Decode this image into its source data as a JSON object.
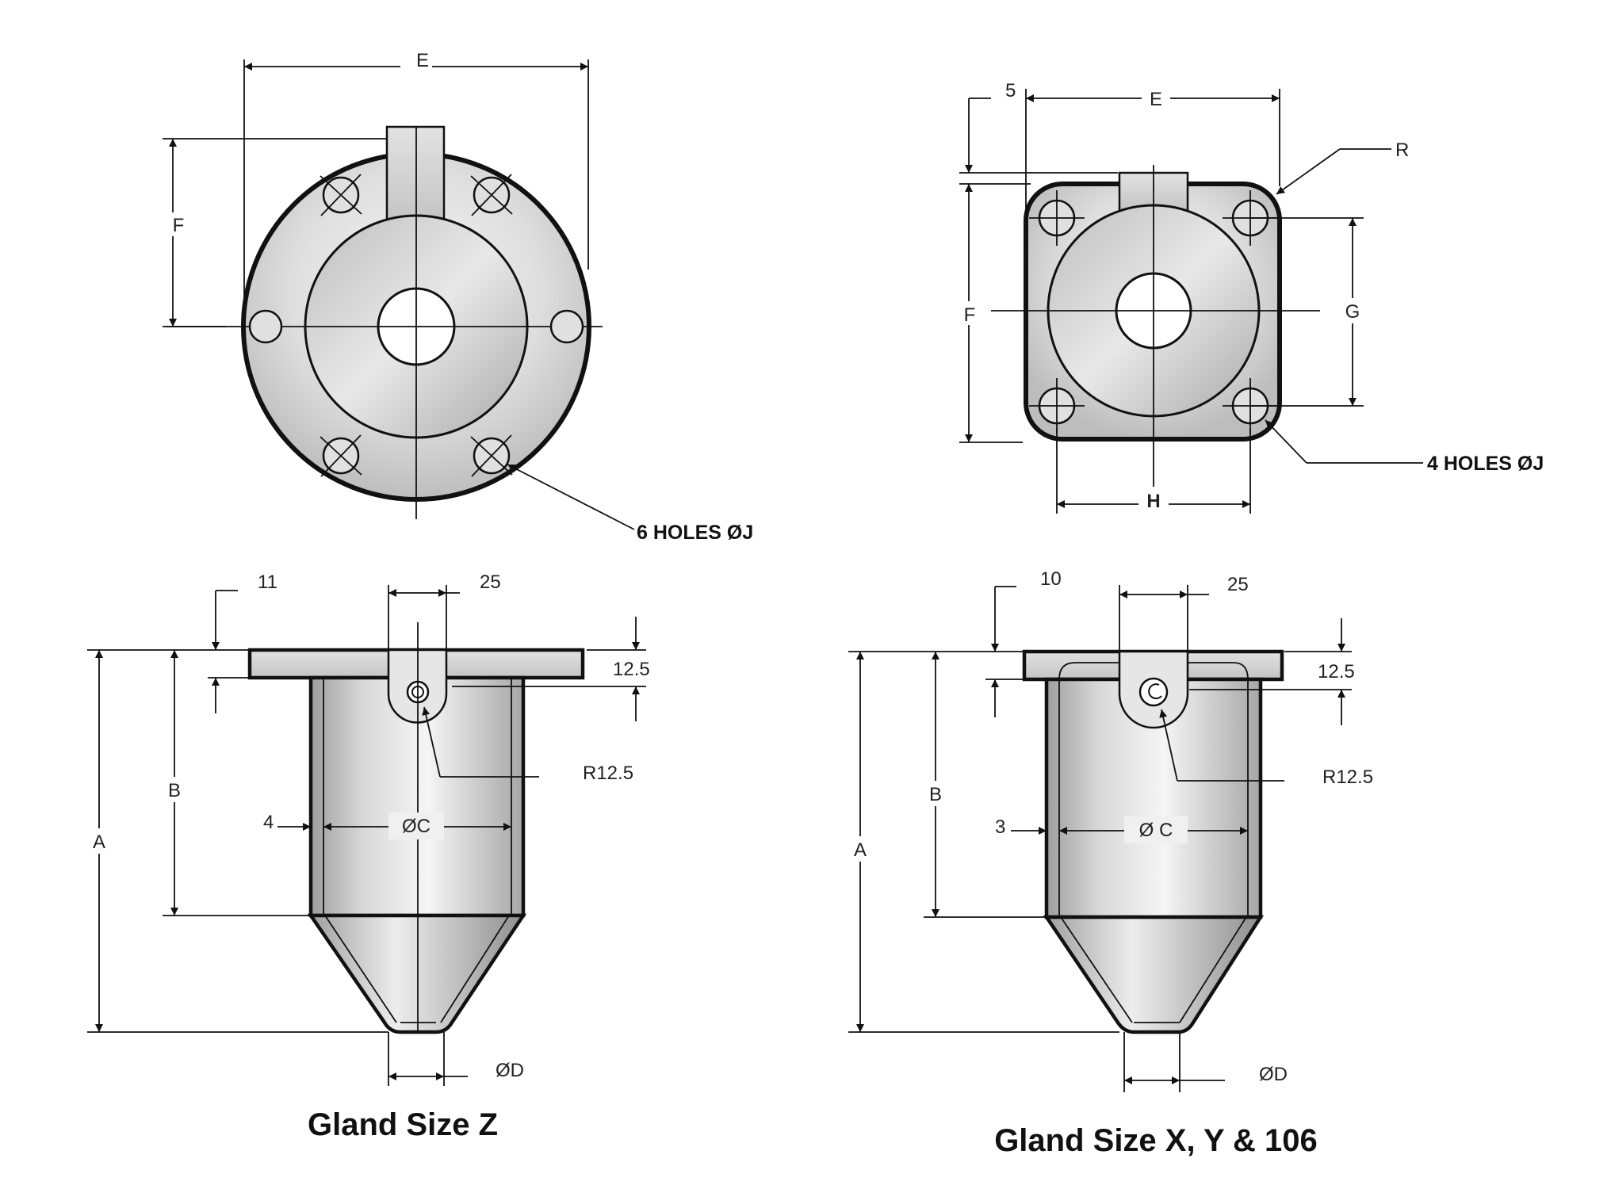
{
  "views": {
    "z_plan": {
      "E": "E",
      "F": "F",
      "callout": "6 HOLES ØJ"
    },
    "xy_plan": {
      "E": "E",
      "F": "F",
      "G": "G",
      "H": "H",
      "R": "R",
      "offset": "5",
      "callout": "4 HOLES ØJ"
    },
    "z_side": {
      "A": "A",
      "B": "B",
      "C": "ØC",
      "D": "ØD",
      "top_offset": "11",
      "boss_width": "25",
      "flange_thk": "12.5",
      "radius": "R12.5",
      "wall": "4"
    },
    "xy_side": {
      "A": "A",
      "B": "B",
      "C": "Ø C",
      "D": "ØD",
      "top_offset": "10",
      "boss_width": "25",
      "flange_thk": "12.5",
      "radius": "R12.5",
      "wall": "3"
    }
  },
  "captions": {
    "left": "Gland Size Z",
    "right": "Gland Size X, Y & 106"
  },
  "colors": {
    "line": "#111111",
    "body_light": "#f2f2f2",
    "body_dark": "#a8a8a8"
  }
}
